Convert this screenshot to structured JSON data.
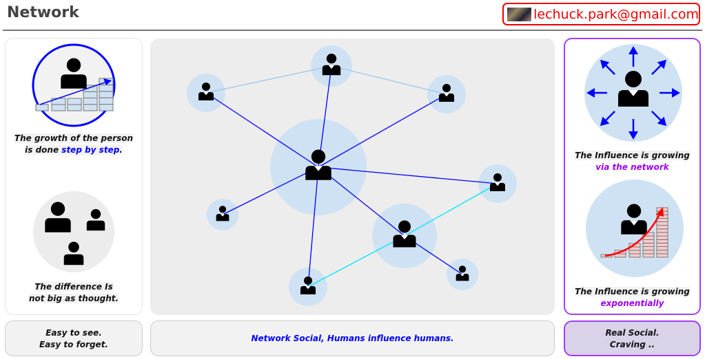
{
  "header": {
    "title": "Network",
    "email": "lechuck.park@gmail.com"
  },
  "left": {
    "caption1_a": "The growth of the person",
    "caption1_b": "is done ",
    "caption1_hl": "step by step",
    "caption1_end": ".",
    "caption2_a": "The difference Is",
    "caption2_b": "not big as thought.",
    "footer_a": "Easy to see.",
    "footer_b": "Easy to forget."
  },
  "center": {
    "footer": "Network Social, Humans influence humans."
  },
  "right": {
    "caption1_a": "The Influence is growing",
    "caption1_b": "via the network",
    "caption2_a": "The Influence is growing",
    "caption2_b": "exponentially",
    "footer_a": "Real Social.",
    "footer_b": "Craving .."
  },
  "colors": {
    "accent_blue": "#0000ff",
    "accent_purple": "#a000f0",
    "node_fill": "#cfe2f3",
    "link_cyan": "#00e5ff",
    "link_light": "#9fc5e8",
    "email_red": "#ee0000"
  }
}
